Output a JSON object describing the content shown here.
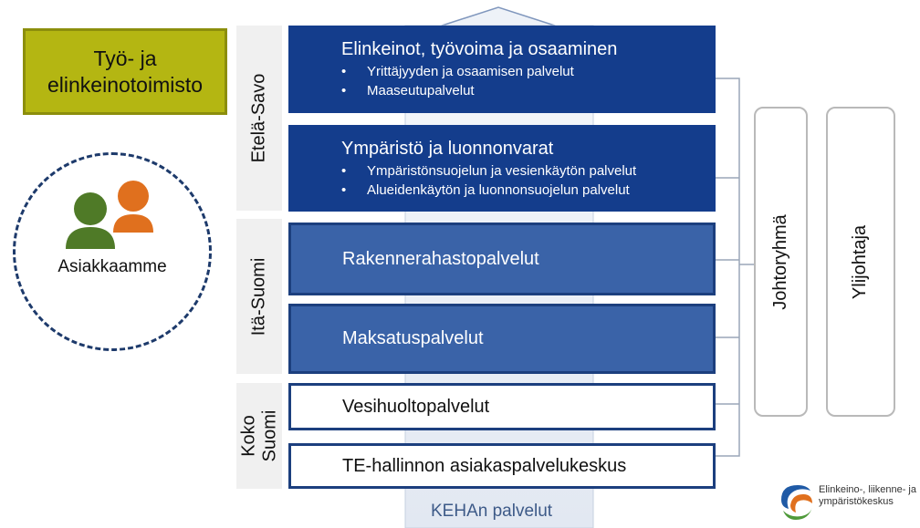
{
  "left": {
    "office_line1": "Työ- ja",
    "office_line2": "elinkeinotoimisto",
    "clients_label": "Asiakkaamme"
  },
  "regions": {
    "etela_savo": "Etelä-Savo",
    "ita_suomi": "Itä-Suomi",
    "koko_suomi_line1": "Koko",
    "koko_suomi_line2": "Suomi"
  },
  "services": {
    "box1": {
      "title": "Elinkeinot, työvoima ja osaaminen",
      "bullets": [
        "Yrittäjyyden ja osaamisen palvelut",
        "Maaseutupalvelut"
      ]
    },
    "box2": {
      "title": "Ympäristö ja luonnonvarat",
      "bullets": [
        "Ympäristönsuojelun ja vesienkäytön palvelut",
        "Alueidenkäytön ja luonnonsuojelun palvelut"
      ]
    },
    "box3": "Rakennerahastopalvelut",
    "box4": "Maksatuspalvelut",
    "box5": "Vesihuoltopalvelut",
    "box6": "TE-hallinnon asiakaspalvelukeskus"
  },
  "right": {
    "management_group": "Johtoryhmä",
    "director_general": "Ylijohtaja"
  },
  "footer": {
    "keha_label": "KEHAn palvelut",
    "logo_line1": "Elinkeino-, liikenne- ja",
    "logo_line2": "ympäristökeskus"
  },
  "colors": {
    "office_box": "#b4b612",
    "dark_blue": "#143d8c",
    "mid_blue": "#3a63a8",
    "person_green": "#4f7a27",
    "person_orange": "#e0701e"
  }
}
